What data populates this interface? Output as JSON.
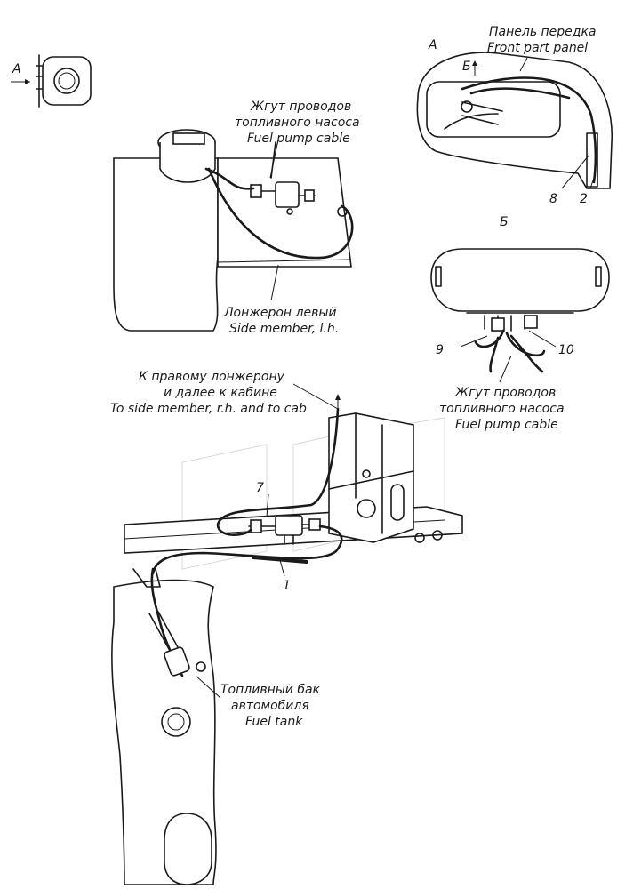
{
  "view_a": {
    "letter": "А",
    "letter_inset": "А"
  },
  "view_b": {
    "letter": "Б",
    "arrow_letter": "Б"
  },
  "front_panel": {
    "ru": "Панель передка",
    "en": "Front part panel"
  },
  "pump_cable_top": {
    "ru1": "Жгут проводов",
    "ru2": "топливного насоса",
    "en": "Fuel pump cable"
  },
  "pump_cable_b": {
    "ru1": "Жгут проводов",
    "ru2": "топливного насоса",
    "en": "Fuel pump cable"
  },
  "side_member_lh": {
    "ru": "Лонжерон левый",
    "en": "Side member, l.h."
  },
  "to_rh": {
    "ru1": "К правому лонжерону",
    "ru2": "и далее к кабине",
    "en": "To side member, r.h. and to cab"
  },
  "fuel_tank": {
    "ru1": "Топливный бак",
    "ru2": "автомобиля",
    "en": "Fuel tank"
  },
  "refs": {
    "r1": "1",
    "r2": "2",
    "r7": "7",
    "r8": "8",
    "r9": "9",
    "r10": "10"
  }
}
